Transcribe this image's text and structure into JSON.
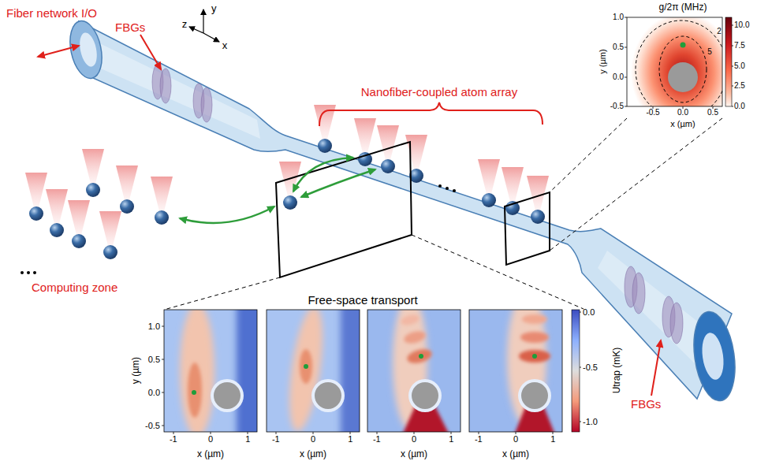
{
  "diagram": {
    "labels": [
      "Fiber network I/O",
      "FBGs",
      "FBGs",
      "Nanofiber-coupled atom array",
      "Computing zone",
      "Free-space transport",
      "z",
      "y",
      "x",
      "g/2π (MHz)",
      "1.0",
      "0.5",
      "0.0",
      "-0.5",
      "-0.5",
      "0.0",
      "0.5",
      "x (µm)",
      "y (µm)",
      "10.0",
      "7.5",
      "5.0",
      "2.5",
      "0.0",
      "2",
      "5",
      "y (µm)",
      "1.0",
      "0.5",
      "0.0",
      "-0.5",
      "-1",
      "0",
      "1",
      "-1",
      "0",
      "1",
      "-1",
      "0",
      "1",
      "-1",
      "0",
      "1",
      "x (µm)",
      "x (µm)",
      "x (µm)",
      "x (µm)",
      "Utrap (mK)",
      "0.0",
      "-0.5",
      "-1.0"
    ]
  }
}
